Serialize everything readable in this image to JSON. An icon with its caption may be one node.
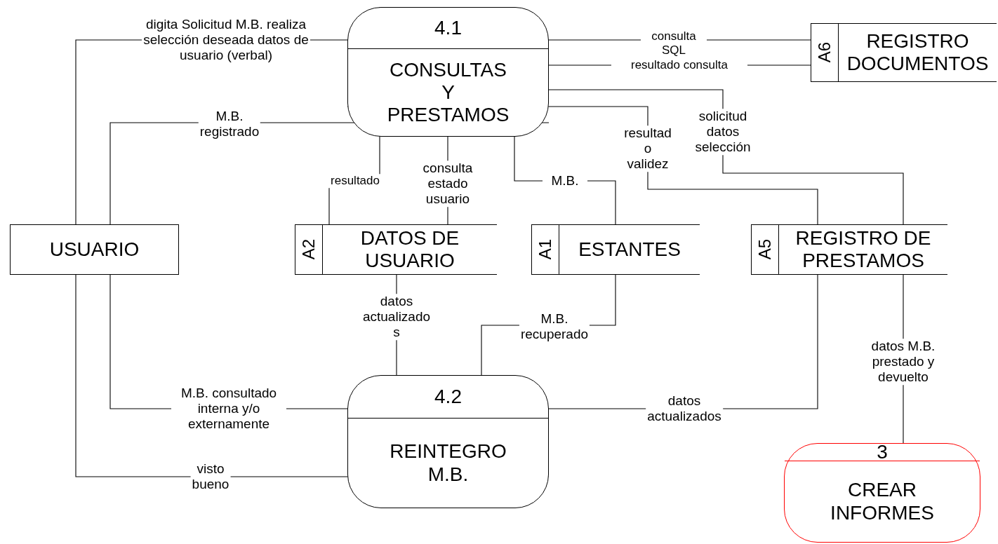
{
  "diagram": {
    "nodes": [
      {
        "text": [
          "4.1",
          "CONSULTAS Y PRESTAMOS"
        ]
      },
      {
        "text": [
          "A6",
          "REGISTRO DOCUMENTOS"
        ]
      },
      {
        "text": [
          "USUARIO"
        ]
      },
      {
        "text": [
          "A2",
          "DATOS DE USUARIO"
        ]
      },
      {
        "text": [
          "A1",
          "ESTANTES"
        ]
      },
      {
        "text": [
          "A5",
          "REGISTRO DE PRESTAMOS"
        ]
      },
      {
        "text": [
          "4.2",
          "REINTEGRO M.B."
        ]
      },
      {
        "text": [
          "3",
          "CREAR INFORMES"
        ]
      }
    ],
    "edges": [
      {
        "from": 2,
        "to": 0,
        "arrow": "to",
        "label": "digita Solicitud M.B. realiza selección deseada datos de usuario (verbal)"
      },
      {
        "from": 0,
        "to": 1,
        "arrow": "to",
        "label": "consulta SQL"
      },
      {
        "from": 1,
        "to": 0,
        "arrow": "to",
        "label": "resultado consulta"
      },
      {
        "from": 0,
        "to": 5,
        "arrow": "to",
        "label": "solicitud datos selección"
      },
      {
        "from": 5,
        "to": 0,
        "arrow": "to",
        "label": "resultad o validez"
      },
      {
        "from": 0,
        "to": 2,
        "arrow": "to",
        "label": "M.B. registrado"
      },
      {
        "from": 3,
        "to": 0,
        "arrow": "to",
        "label": "resultado"
      },
      {
        "from": 0,
        "to": 3,
        "arrow": "to",
        "label": "consulta estado usuario"
      },
      {
        "from": 4,
        "to": 0,
        "arrow": "to",
        "label": "M.B."
      },
      {
        "from": 6,
        "to": 3,
        "arrow": "to",
        "label": "datos actualizado s"
      },
      {
        "from": 6,
        "to": 4,
        "arrow": "to",
        "label": "M.B. recuperado"
      },
      {
        "from": 2,
        "to": 6,
        "arrow": "to",
        "label": "M.B. consultado interna y/o externamente"
      },
      {
        "from": 6,
        "to": 2,
        "arrow": "to",
        "label": "visto bueno"
      },
      {
        "from": 6,
        "to": 5,
        "arrow": "to",
        "label": "datos actualizados"
      },
      {
        "from": 5,
        "to": 7,
        "arrow": "to",
        "label": "datos M.B. prestado y devuelto"
      }
    ]
  }
}
